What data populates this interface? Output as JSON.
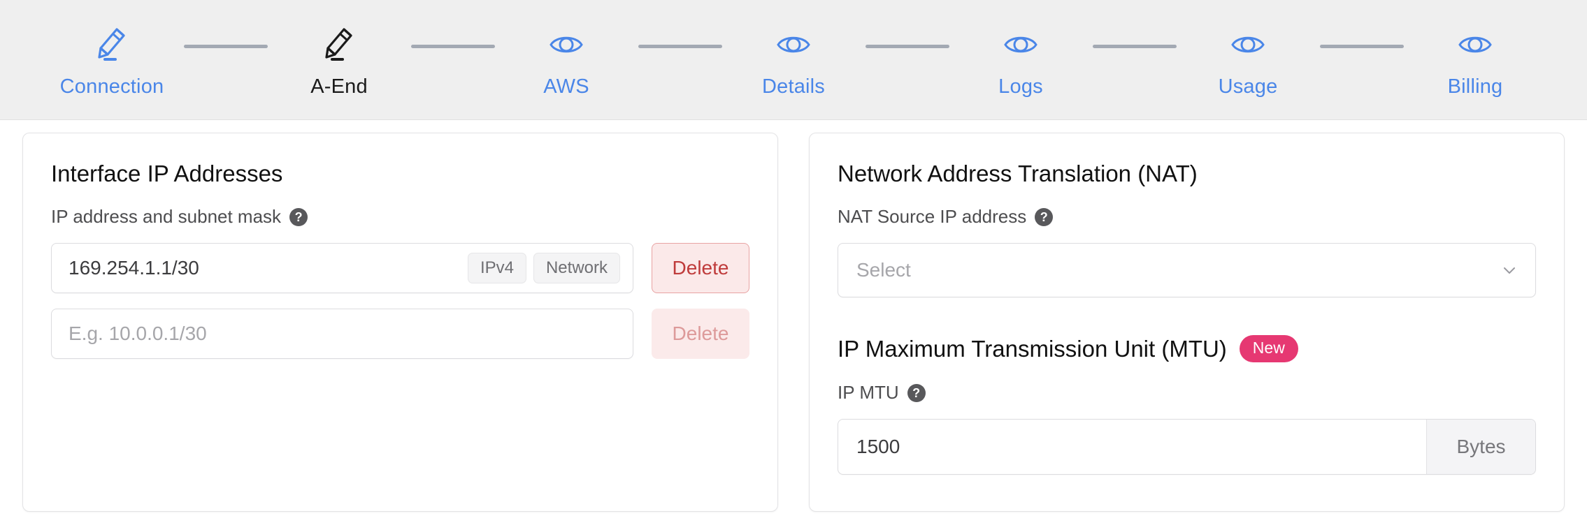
{
  "stepper": {
    "active_color": "#1a1a1a",
    "inactive_color": "#4a86e8",
    "connector_color": "#a3a9b3",
    "steps": [
      {
        "label": "Connection",
        "icon": "pencil-icon",
        "state": "done"
      },
      {
        "label": "A-End",
        "icon": "pencil-icon",
        "state": "active"
      },
      {
        "label": "AWS",
        "icon": "eye-icon",
        "state": "view"
      },
      {
        "label": "Details",
        "icon": "eye-icon",
        "state": "view"
      },
      {
        "label": "Logs",
        "icon": "eye-icon",
        "state": "view"
      },
      {
        "label": "Usage",
        "icon": "eye-icon",
        "state": "view"
      },
      {
        "label": "Billing",
        "icon": "eye-icon",
        "state": "view"
      }
    ]
  },
  "left_card": {
    "title": "Interface IP Addresses",
    "field_label": "IP address and subnet mask",
    "help_glyph": "?",
    "rows": [
      {
        "value": "169.254.1.1/30",
        "placeholder": "",
        "tags": [
          "IPv4",
          "Network"
        ],
        "delete_label": "Delete",
        "delete_enabled": true
      },
      {
        "value": "",
        "placeholder": "E.g. 10.0.0.1/30",
        "tags": [],
        "delete_label": "Delete",
        "delete_enabled": false
      }
    ]
  },
  "right_card": {
    "nat_title": "Network Address Translation (NAT)",
    "nat_label": "NAT Source IP address",
    "nat_select_placeholder": "Select",
    "mtu_title": "IP Maximum Transmission Unit (MTU)",
    "mtu_badge": "New",
    "mtu_badge_color": "#e63872",
    "mtu_label": "IP MTU",
    "mtu_value": "1500",
    "mtu_unit": "Bytes",
    "help_glyph": "?"
  }
}
